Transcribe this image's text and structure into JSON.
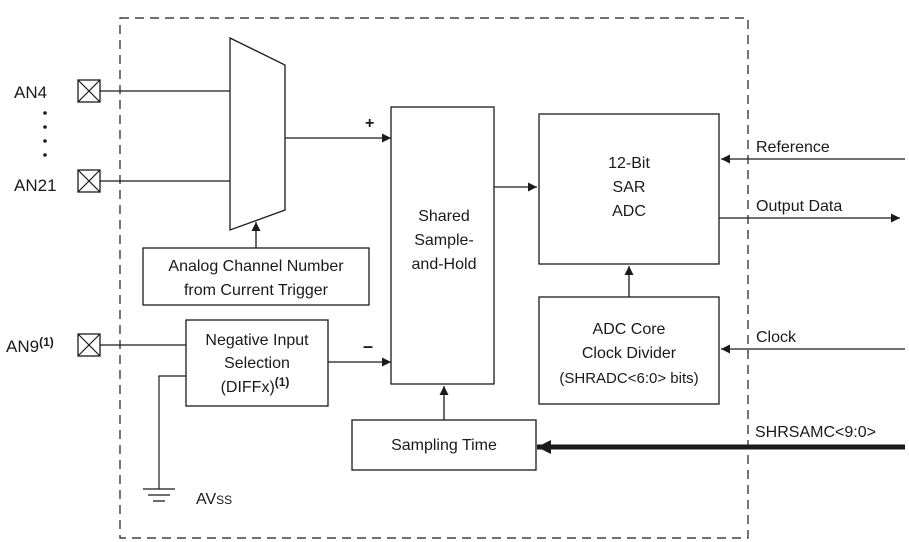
{
  "pins": {
    "an4": "AN4",
    "an21": "AN21",
    "an9": "AN9",
    "an9_sup": "(1)"
  },
  "mux_control": {
    "line1": "Analog Channel Number",
    "line2": "from Current Trigger"
  },
  "negative_input": {
    "line1": "Negative Input",
    "line2": "Selection",
    "line3": "(DIFFx)",
    "line3_sup": "(1)"
  },
  "sample_hold": {
    "line1": "Shared",
    "line2": "Sample-",
    "line3": "and-Hold",
    "plus": "+",
    "minus": "–"
  },
  "adc": {
    "line1": "12-Bit",
    "line2": "SAR",
    "line3": "ADC"
  },
  "clock_divider": {
    "line1": "ADC Core",
    "line2": "Clock Divider",
    "line3": "(SHRADC<6:0> bits)"
  },
  "sampling_time": "Sampling Time",
  "signals": {
    "reference": "Reference",
    "output_data": "Output Data",
    "clock": "Clock",
    "shrsamc": "SHRSAMC<9:0>"
  },
  "ground": {
    "label_main": "AV",
    "label_sub": "SS"
  }
}
